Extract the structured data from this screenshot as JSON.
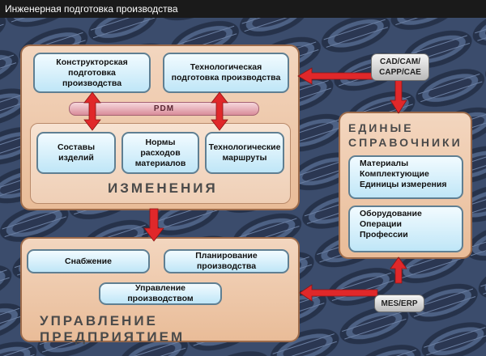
{
  "title": "Инженерная подготовка производства",
  "design_prep": {
    "constructor": "Конструкторская подготовка производства",
    "technological": "Технологическая подготовка производства",
    "pdm": "PDM",
    "items": [
      "Составы изделий",
      "Нормы расходов материалов",
      "Технологические маршруты"
    ],
    "changes": "ИЗМЕНЕНИЯ"
  },
  "directories": {
    "title_line1": "ЕДИНЫЕ",
    "title_line2": "СПРАВОЧНИКИ",
    "group1": [
      "Материалы",
      "Комплектующие",
      "Единицы измерения"
    ],
    "group2": [
      "Оборудование",
      "Операции",
      "Профессии"
    ]
  },
  "enterprise": {
    "supply": "Снабжение",
    "planning": "Планирование производства",
    "management": "Управление производством",
    "title": "УПРАВЛЕНИЕ ПРЕДПРИЯТИЕМ"
  },
  "tags": {
    "cad_line1": "CAD/CAM/",
    "cad_line2": "CAPP/CAE",
    "mes": "MES/ERP"
  },
  "colors": {
    "arrow": "#e0282a",
    "panel": "#efc8a8",
    "box": "#cdebf7"
  }
}
